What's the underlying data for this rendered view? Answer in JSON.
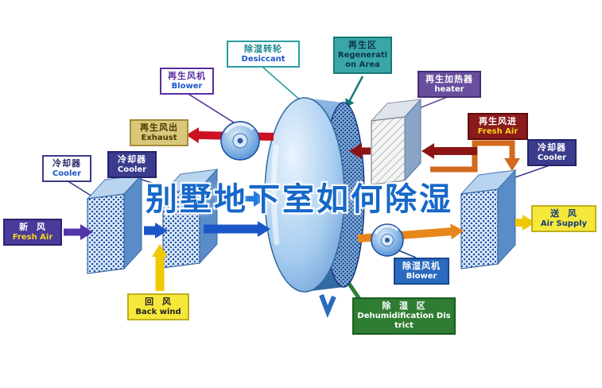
{
  "title": "别墅地下室如何除湿",
  "labels": {
    "desiccant": {
      "zh": "除湿转轮",
      "en": "Desiccant"
    },
    "regeneration": {
      "zh": "再生区",
      "en": "Regeneration Area"
    },
    "regen_blower": {
      "zh": "再生风机",
      "en": "Blower"
    },
    "regen_heater": {
      "zh": "再生加热器",
      "en": "heater"
    },
    "exhaust": {
      "zh": "再生风出",
      "en": "Exhaust"
    },
    "regen_fresh_air": {
      "zh": "再生风进",
      "en": "Fresh Air"
    },
    "cooler_left": {
      "zh": "冷却器",
      "en": "Cooler"
    },
    "cooler_mid": {
      "zh": "冷却器",
      "en": "Cooler"
    },
    "cooler_right": {
      "zh": "冷却器",
      "en": "Cooler"
    },
    "fresh_air_in": {
      "zh": "新  风",
      "en": "Fresh Air"
    },
    "air_supply": {
      "zh": "送  风",
      "en": "Air Supply"
    },
    "back_wind": {
      "zh": "回  风",
      "en": "Back wind"
    },
    "dehumid_blower": {
      "zh": "除湿风机",
      "en": "Blower"
    },
    "dehumid_district": {
      "zh": "除  湿  区",
      "en": "Dehumidification District"
    }
  },
  "colors": {
    "title_blue": "#1668c8",
    "teal": "#2a9d9f",
    "purple": "#5a2d9f",
    "heater_purple": "#6a4e9e",
    "dark_red": "#8b1a1a",
    "red": "#cc1122",
    "khaki": "#d9c87c",
    "navy": "#3c3c8e",
    "indigo": "#4a3a9a",
    "yellow": "#f5e83a",
    "process_blue": "#1a56c8",
    "dehumid_blue": "#2a6abf",
    "green": "#2e7d32",
    "orange": "#e8861a"
  }
}
